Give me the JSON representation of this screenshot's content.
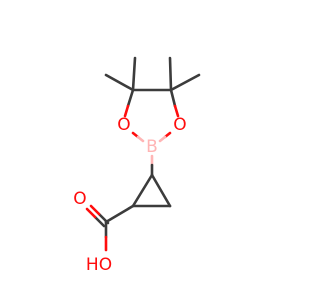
{
  "molecule": {
    "atoms": {
      "oxygen_left": {
        "label": "O",
        "color": "#ff0d0d"
      },
      "oxygen_right": {
        "label": "O",
        "color": "#ff0d0d"
      },
      "boron": {
        "label": "B",
        "color": "#ffb5b5"
      },
      "carbonyl_oxygen": {
        "label": "O",
        "color": "#ff0d0d"
      },
      "hydroxyl": {
        "label": "HO",
        "color": "#ff0d0d"
      }
    },
    "bond_color": "#3c3c3c"
  }
}
